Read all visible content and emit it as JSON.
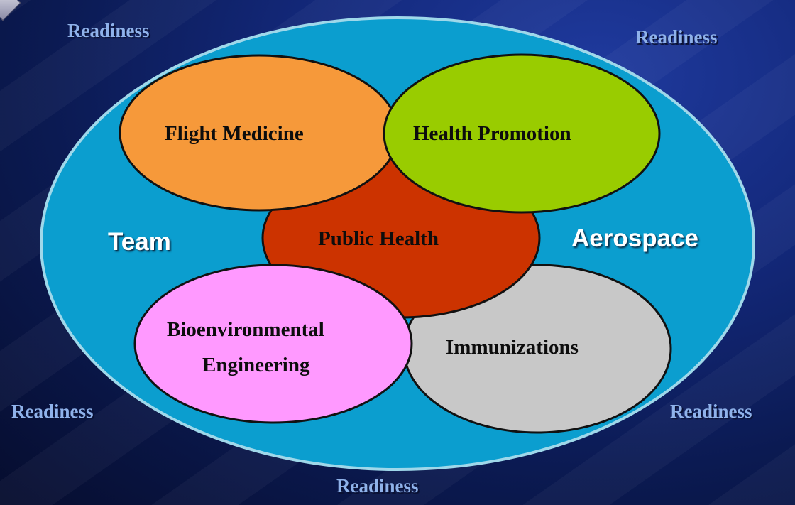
{
  "readiness": {
    "top_left": "Readiness",
    "top_right": "Readiness",
    "bottom_left": "Readiness",
    "bottom_right": "Readiness",
    "bottom_center": "Readiness"
  },
  "side_labels": {
    "left": "Team",
    "right": "Aerospace"
  },
  "ovals": {
    "flight_medicine": "Flight Medicine",
    "health_promotion": "Health Promotion",
    "public_health": "Public Health",
    "bioenvironmental_line1": "Bioenvironmental",
    "bioenvironmental_line2": "Engineering",
    "immunizations": "Immunizations"
  },
  "colors": {
    "outer_ellipse": "#0b9ecf",
    "flight_medicine": "#f6993a",
    "health_promotion": "#99cc00",
    "public_health": "#cc3300",
    "bioenvironmental": "#ff99ff",
    "immunizations": "#c8c8c8",
    "readiness_text": "#8fb2ea"
  }
}
